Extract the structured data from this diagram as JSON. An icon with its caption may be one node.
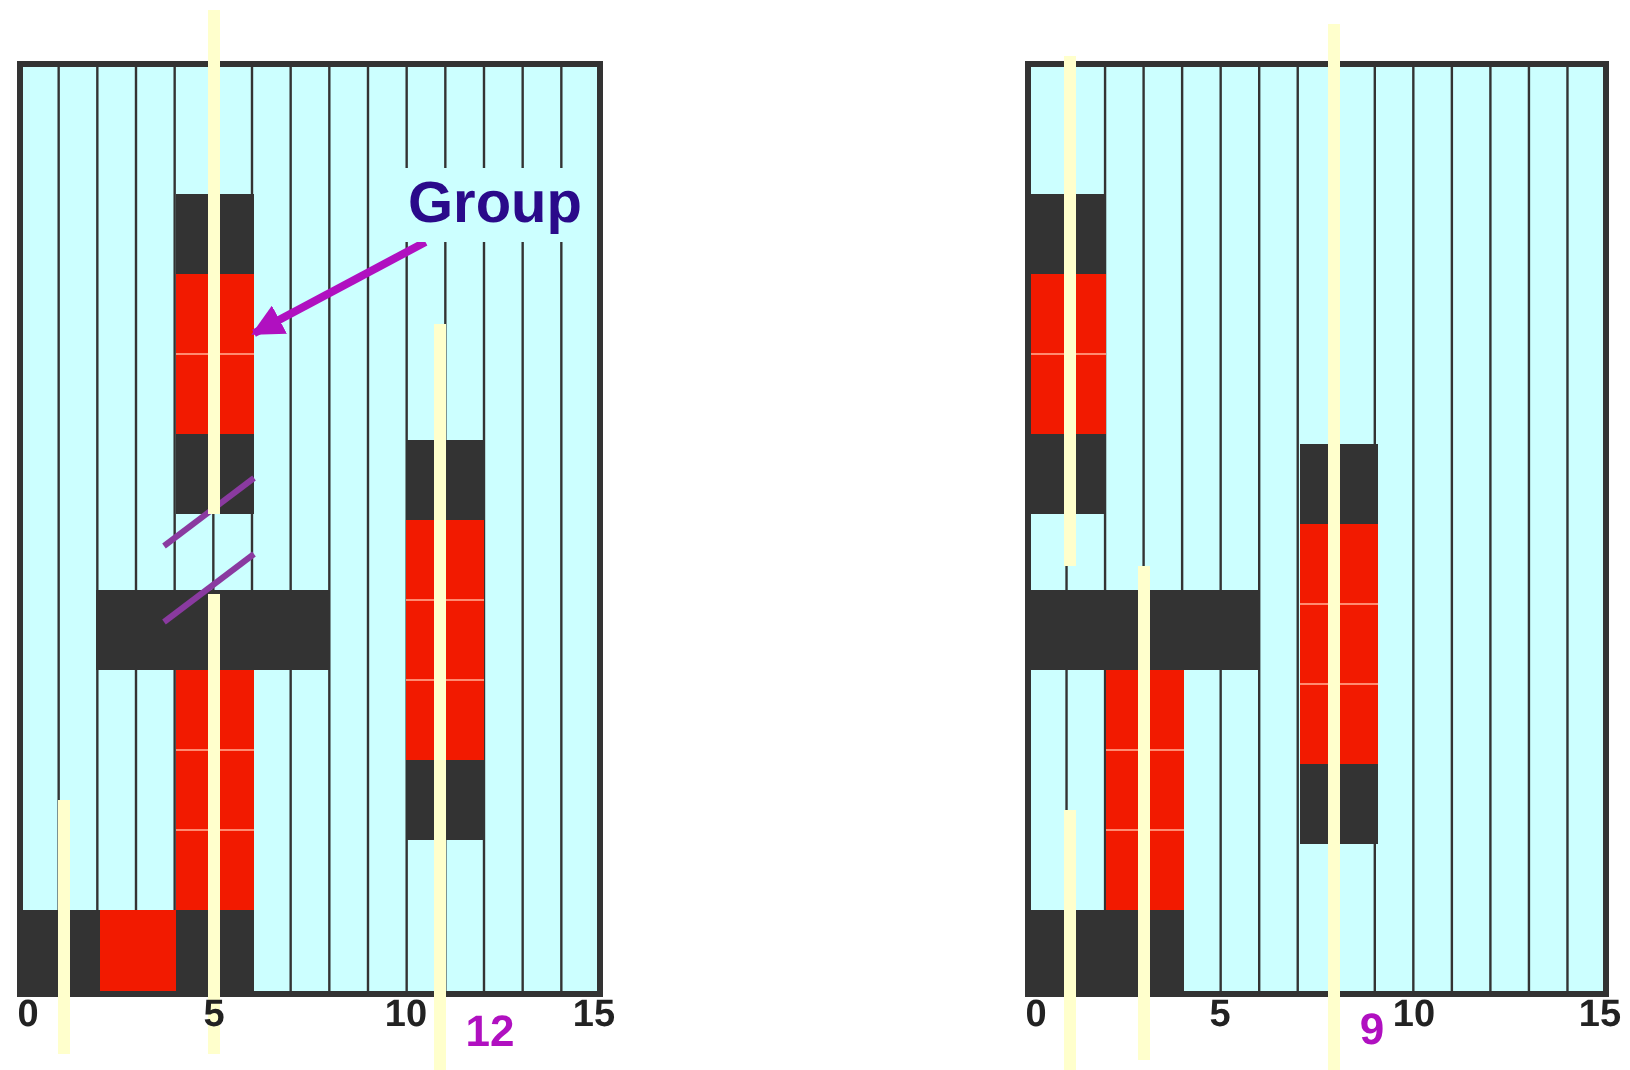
{
  "diagram": {
    "nodes": [
      {
        "text": [
          "Group"
        ]
      },
      {
        "text": [],
        "shape": "box"
      }
    ],
    "edges": [
      {
        "from": 0,
        "to": 1,
        "arrow": "to"
      }
    ],
    "labels": [
      "0",
      "5",
      "10",
      "15",
      "12",
      "0",
      "5",
      "10",
      "15",
      "9"
    ]
  }
}
